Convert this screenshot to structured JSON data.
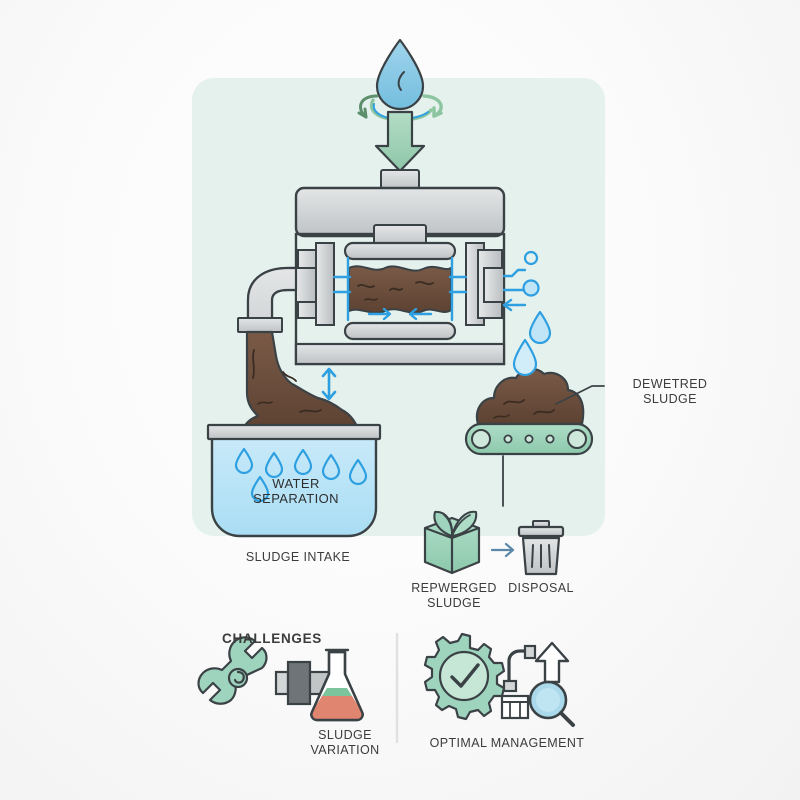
{
  "figure": {
    "title": "Sludge Dewatering Process Infographic",
    "panel_color": "#e4f1ec",
    "background_color": "#fafafa"
  },
  "palette": {
    "outline": "#3b4246",
    "metal_light": "#d9dbdc",
    "metal_mid": "#c2c5c6",
    "metal_dark": "#9a9ea0",
    "sludge_brown": "#6d4f3e",
    "sludge_brown_dark": "#4f382b",
    "water_blue": "#2e9fe0",
    "water_fill": "#b8e4f7",
    "mint": "#9ed4bd",
    "mint_dark": "#6aa98f",
    "green_arrow": "#9ed4bd",
    "flask_green": "#7cc49b",
    "flask_red": "#e08570",
    "divider": "#e0e0e0",
    "text": "#3c3c3c"
  },
  "diagram": {
    "panel_labels": {
      "water_separation": "WATER\nSEPARATION",
      "sludge_intake": "SLUDGE INTAKE",
      "dewatered_sludge": "DEWETRED\nSLUDGE",
      "repurposed_sludge": "REPWERGED\nSLUDGE",
      "disposal": "DISPOSAL"
    },
    "flow_steps": [
      {
        "id": "water-input",
        "label": ""
      },
      {
        "id": "filter-press",
        "label": ""
      },
      {
        "id": "water-separation-tank",
        "label": "WATER\nSEPARATION"
      },
      {
        "id": "dewatered-sludge-conveyor",
        "label": "DEWETRED\nSLUDGE"
      },
      {
        "id": "repurposed-sludge",
        "label": "REPWERGED\nSLUDGE"
      },
      {
        "id": "disposal",
        "label": "DISPOSAL"
      }
    ]
  },
  "bottom": {
    "challenges": {
      "heading": "CHALLENGES",
      "item_label": "SLUDGE\nVARIATION"
    },
    "management": {
      "label": "OPTIMAL MANAGEMENT"
    }
  }
}
